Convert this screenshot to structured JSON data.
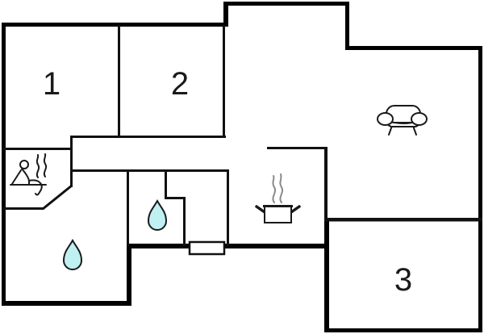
{
  "floorplan": {
    "rooms": [
      {
        "id": "room-1",
        "label": "1"
      },
      {
        "id": "room-2",
        "label": "2"
      },
      {
        "id": "room-3",
        "label": "3"
      }
    ],
    "icons": [
      {
        "name": "sauna-icon",
        "area": "sauna-room"
      },
      {
        "name": "water-drop-icon",
        "area": "bottom-left-room"
      },
      {
        "name": "water-drop-icon",
        "area": "middle-bathroom"
      },
      {
        "name": "cooking-pot-icon",
        "area": "kitchen"
      },
      {
        "name": "sofa-icon",
        "area": "living-room"
      },
      {
        "name": "window",
        "area": "south-wall"
      }
    ],
    "colors": {
      "exterior_wall": "#000000",
      "interior_wall": "#111111",
      "drop_fill": "#bff0f2",
      "steam": "#8a8a8a",
      "background": "#ffffff",
      "label_text": "#1a1a1a"
    }
  }
}
